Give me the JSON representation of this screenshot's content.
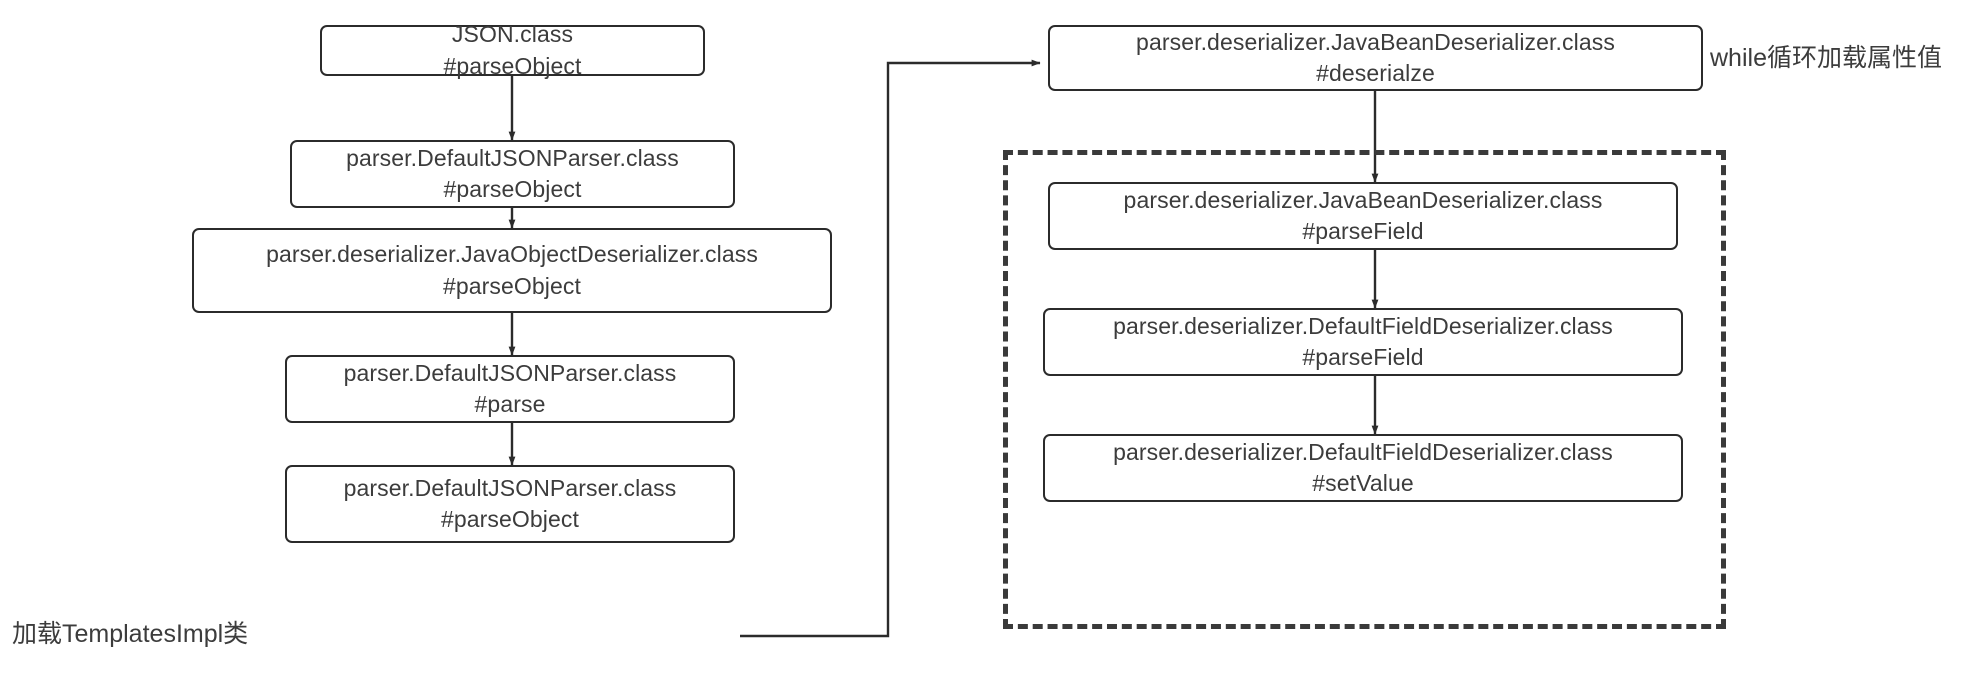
{
  "diagram": {
    "title": "FastJson parseObject deserialization call flow",
    "colors": {
      "background": "#ffffff",
      "node_border": "#2b2b2b",
      "node_fill": "#ffffff",
      "text": "#3c3c3c",
      "edge": "#2b2b2b",
      "loop_frame": "#3a3a3a"
    },
    "left_flow": {
      "nodes": [
        {
          "id": "json-parseobject",
          "line1": "JSON.class",
          "line2": "#parseObject"
        },
        {
          "id": "defaultjsonparser-parseobject-1",
          "line1": "parser.DefaultJSONParser.class",
          "line2": "#parseObject"
        },
        {
          "id": "javaobjectdeserializer-parseobject",
          "line1": "parser.deserializer.JavaObjectDeserializer.class",
          "line2": "#parseObject"
        },
        {
          "id": "defaultjsonparser-parse",
          "line1": "parser.DefaultJSONParser.class",
          "line2": "#parse"
        },
        {
          "id": "defaultjsonparser-parseobject-2",
          "line1": "parser.DefaultJSONParser.class",
          "line2": "#parseObject"
        }
      ]
    },
    "right_flow": {
      "entry_node": {
        "id": "javabeandeserializer-deserialze",
        "line1": "parser.deserializer.JavaBeanDeserializer.class",
        "line2": "#deserialze"
      },
      "loop_nodes": [
        {
          "id": "javabeandeserializer-parsefield",
          "line1": "parser.deserializer.JavaBeanDeserializer.class",
          "line2": "#parseField"
        },
        {
          "id": "defaultfielddeserializer-parsefield",
          "line1": "parser.deserializer.DefaultFieldDeserializer.class",
          "line2": "#parseField"
        },
        {
          "id": "defaultfielddeserializer-setvalue",
          "line1": "parser.deserializer.DefaultFieldDeserializer.class",
          "line2": "#setValue"
        }
      ]
    },
    "annotations": [
      {
        "id": "load-templatesimpl",
        "text": "加载TemplatesImpl类"
      },
      {
        "id": "while-loop-load-property-values",
        "text": "while循环加载属性值"
      }
    ]
  }
}
